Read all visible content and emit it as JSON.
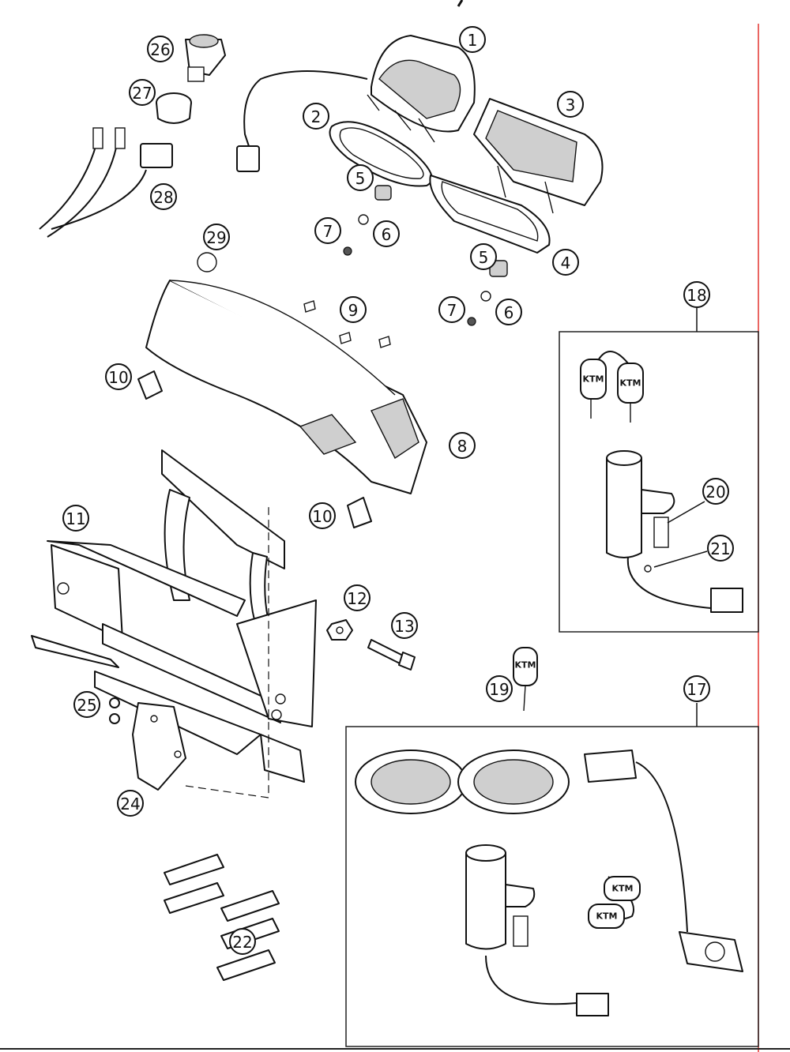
{
  "diagram": {
    "callouts": [
      {
        "id": "c1",
        "label": "1"
      },
      {
        "id": "c2",
        "label": "2"
      },
      {
        "id": "c3",
        "label": "3"
      },
      {
        "id": "c4",
        "label": "4"
      },
      {
        "id": "c5a",
        "label": "5"
      },
      {
        "id": "c5b",
        "label": "5"
      },
      {
        "id": "c6a",
        "label": "6"
      },
      {
        "id": "c6b",
        "label": "6"
      },
      {
        "id": "c7a",
        "label": "7"
      },
      {
        "id": "c7b",
        "label": "7"
      },
      {
        "id": "c8",
        "label": "8"
      },
      {
        "id": "c9",
        "label": "9"
      },
      {
        "id": "c10a",
        "label": "10"
      },
      {
        "id": "c10b",
        "label": "10"
      },
      {
        "id": "c11",
        "label": "11"
      },
      {
        "id": "c12",
        "label": "12"
      },
      {
        "id": "c13",
        "label": "13"
      },
      {
        "id": "c17",
        "label": "17"
      },
      {
        "id": "c18",
        "label": "18"
      },
      {
        "id": "c19",
        "label": "19"
      },
      {
        "id": "c20",
        "label": "20"
      },
      {
        "id": "c21",
        "label": "21"
      },
      {
        "id": "c22",
        "label": "22"
      },
      {
        "id": "c24",
        "label": "24"
      },
      {
        "id": "c25",
        "label": "25"
      },
      {
        "id": "c26",
        "label": "26"
      },
      {
        "id": "c27",
        "label": "27"
      },
      {
        "id": "c28",
        "label": "28"
      },
      {
        "id": "c29",
        "label": "29"
      }
    ],
    "key_logo": "KTM"
  }
}
